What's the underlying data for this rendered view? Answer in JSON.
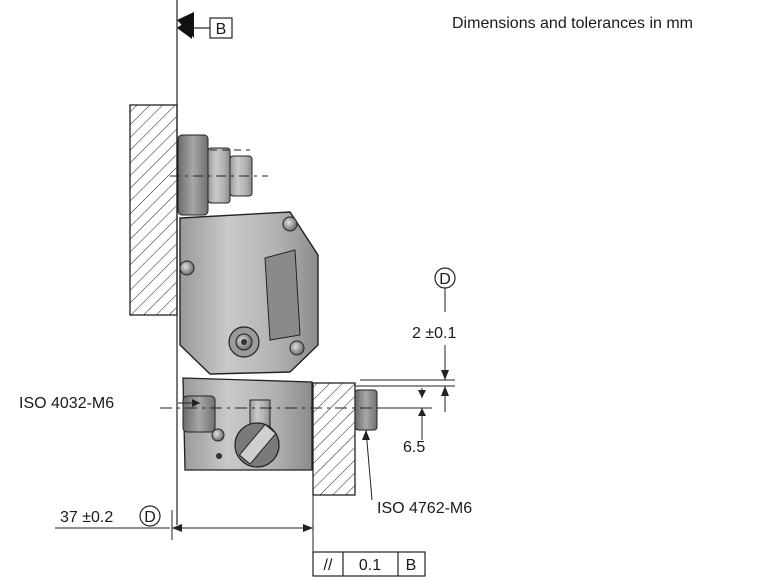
{
  "note": "Dimensions and tolerances in mm",
  "datum_top": {
    "letter": "B"
  },
  "datum_d": {
    "letter": "D"
  },
  "dim_gap": {
    "text": "2 ±0.1"
  },
  "dim_offset": {
    "text": "6.5"
  },
  "dim_width": {
    "text": "37 ±0.2",
    "ref": "D"
  },
  "screw_left": {
    "text": "ISO 4032-M6"
  },
  "screw_right": {
    "text": "ISO 4762-M6"
  },
  "tolerance_frame": {
    "symbol": "//",
    "value": "0.1",
    "datum": "B"
  }
}
